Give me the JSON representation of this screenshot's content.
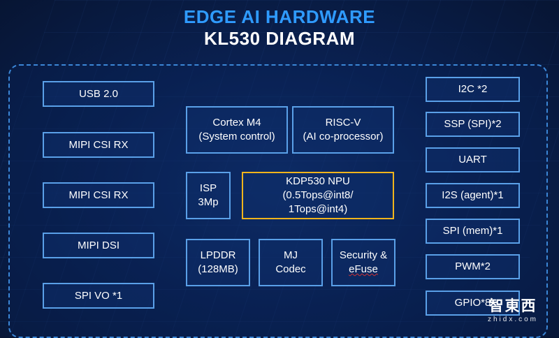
{
  "title": "EDGE AI HARDWARE",
  "subtitle": "KL530 DIAGRAM",
  "left_column": [
    "USB 2.0",
    "MIPI CSI RX",
    "MIPI CSI RX",
    "MIPI DSI",
    "SPI VO *1"
  ],
  "center": {
    "cortex": {
      "line1": "Cortex M4",
      "line2": "(System control)"
    },
    "riscv": {
      "line1": "RISC-V",
      "line2": "(AI co-processor)"
    },
    "isp": {
      "line1": "ISP",
      "line2": "3Mp"
    },
    "npu": {
      "line1": "KDP530 NPU",
      "line2": "(0.5Tops@int8/",
      "line3": "1Tops@int4)"
    },
    "lpddr": {
      "line1": "LPDDR",
      "line2": "(128MB)"
    },
    "mj": {
      "line1": "MJ",
      "line2": "Codec"
    },
    "security": {
      "line1": "Security &",
      "line2": "eFuse"
    }
  },
  "right_column": [
    "I2C *2",
    "SSP (SPI)*2",
    "UART",
    "I2S (agent)*1",
    "SPI (mem)*1",
    "PWM*2",
    "GPIO*8"
  ],
  "watermark": {
    "cn": "智東西",
    "en": "zhidx.com"
  },
  "colors": {
    "title_blue": "#2f9bff",
    "box_border": "#5aa0e8",
    "npu_border": "#f0b41c",
    "frame_dash": "#3b86d6"
  }
}
